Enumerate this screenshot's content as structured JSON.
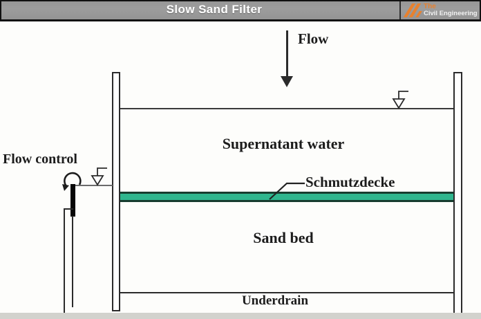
{
  "header": {
    "title": "Slow Sand Filter",
    "logo": {
      "brand_line1": "The",
      "brand_line2": "Civil Engineering"
    }
  },
  "labels": {
    "flow": "Flow",
    "flow_control": "Flow control",
    "supernatant": "Supernatant water",
    "schmutzdecke": "Schmutzdecke",
    "sand_bed": "Sand bed",
    "underdrain": "Underdrain"
  },
  "icons": {
    "flow_arrow": "downward-arrow",
    "water_level": "inverted-triangle-water-level-marker",
    "valve_rotation": "circular-rotation-arrow",
    "logo_mark": "triple-slash"
  },
  "colors": {
    "header_bg": "#9d9d9d",
    "header_border": "#111111",
    "header_text": "#ffffff",
    "logo_accent": "#e8812e",
    "diagram_line": "#2b2b2b",
    "schmutzdecke_fill": "#2fb68e",
    "schmutzdecke_edge": "#173c2f",
    "background": "#fdfdfb"
  }
}
